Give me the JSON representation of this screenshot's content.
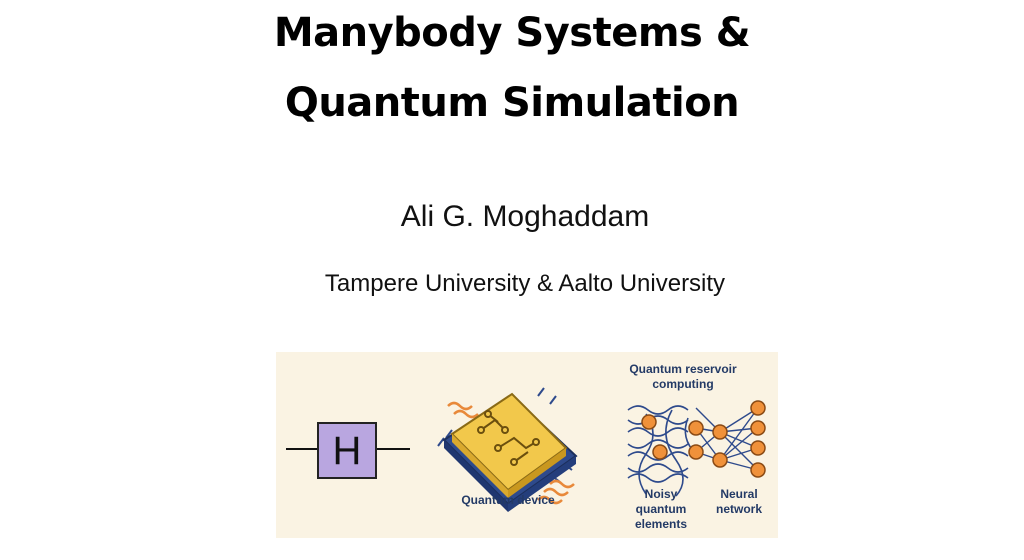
{
  "title_lines": [
    "Manybody Systems &",
    "Quantum Simulation"
  ],
  "author": "Ali G. Moghaddam",
  "affiliation": "Tampere University & Aalto University",
  "figure": {
    "gate_label": "H",
    "device_caption": "Quantum device",
    "reservoir_title_lines": [
      "Quantum reservoir",
      "computing"
    ],
    "noisy_label_lines": [
      "Noisy",
      "quantum",
      "elements"
    ],
    "neural_label_lines": [
      "Neural",
      "network"
    ],
    "colors": {
      "background": "#faf3e3",
      "gate_fill": "#b9a6e0",
      "chip_gold": "#f2c84b",
      "chip_base": "#2e4a8c",
      "wave_orange": "#e8893a",
      "node_orange": "#f0913a",
      "text_navy": "#233a66"
    }
  }
}
